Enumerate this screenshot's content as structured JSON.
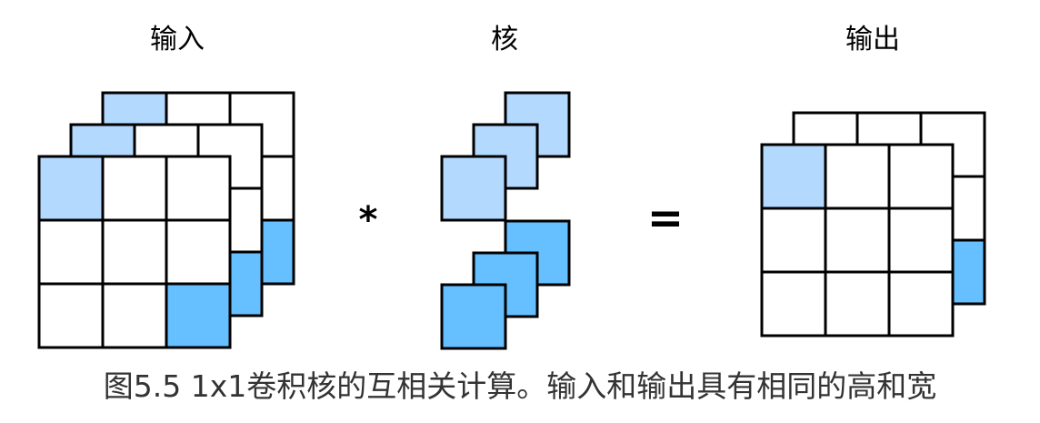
{
  "labels": {
    "input": "输入",
    "kernel": "核",
    "output": "输出"
  },
  "operators": {
    "multiply": "*",
    "equals": "="
  },
  "caption": "图5.5 1x1卷积核的互相关计算。输入和输出具有相同的高和宽",
  "colors": {
    "light_blue": "#b3d9ff",
    "mid_blue": "#99ccff",
    "dark_blue": "#66bfff",
    "grid_line": "#000000",
    "empty_cell": "#ffffff"
  },
  "input_channels": [
    {
      "highlight": "light_blue"
    },
    {
      "highlight": "light_blue"
    },
    {
      "highlight": "light_blue"
    }
  ],
  "kernel_channels": [
    {
      "fill": "light_blue"
    },
    {
      "fill": "light_blue"
    },
    {
      "fill": "light_blue"
    },
    {
      "fill": "dark_blue"
    },
    {
      "fill": "dark_blue"
    },
    {
      "fill": "dark_blue"
    }
  ]
}
